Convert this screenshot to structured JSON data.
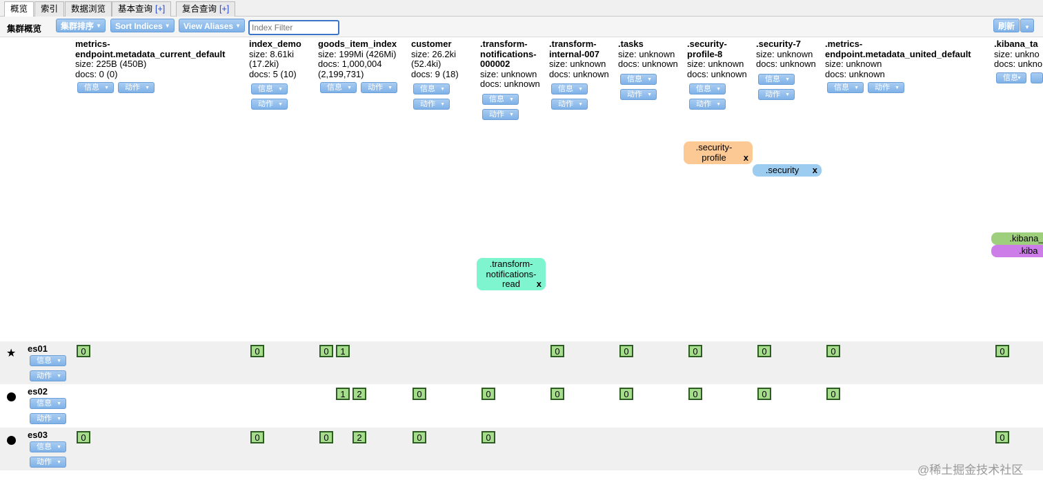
{
  "tabs": [
    {
      "label": "概览",
      "plus": ""
    },
    {
      "label": "索引",
      "plus": ""
    },
    {
      "label": "数据浏览",
      "plus": ""
    },
    {
      "label": "基本查询",
      "plus": "[+]"
    },
    {
      "label": "复合查询",
      "plus": "[+]"
    }
  ],
  "toolbar": {
    "title": "集群概览",
    "sort_cluster": "集群排序",
    "sort_indices": "Sort Indices",
    "view_aliases": "View Aliases",
    "filter_placeholder": "Index Filter",
    "refresh": "刷新"
  },
  "buttons": {
    "info": "信息",
    "action": "动作"
  },
  "indices": [
    {
      "name": "metrics-endpoint.metadata_current_default",
      "size": "size: 225B (450B)",
      "docs": "docs: 0 (0)"
    },
    {
      "name": "index_demo",
      "size": "size: 8.61ki (17.2ki)",
      "docs": "docs: 5 (10)"
    },
    {
      "name": "goods_item_index",
      "size": "size: 199Mi (426Mi)",
      "docs": "docs: 1,000,004 (2,199,731)"
    },
    {
      "name": "customer",
      "size": "size: 26.2ki (52.4ki)",
      "docs": "docs: 9 (18)"
    },
    {
      "name": ".transform-notifications-000002",
      "size": "size: unknown",
      "docs": "docs: unknown"
    },
    {
      "name": ".transform-internal-007",
      "size": "size: unknown",
      "docs": "docs: unknown"
    },
    {
      "name": ".tasks",
      "size": "size: unknown",
      "docs": "docs: unknown"
    },
    {
      "name": ".security-profile-8",
      "size": "size: unknown",
      "docs": "docs: unknown"
    },
    {
      "name": ".security-7",
      "size": "size: unknown",
      "docs": "docs: unknown"
    },
    {
      "name": ".metrics-endpoint.metadata_united_default",
      "size": "size: unknown",
      "docs": "docs: unknown"
    },
    {
      "name": ".kibana_ta",
      "size": "size: unkno",
      "docs": "docs: unkno"
    }
  ],
  "aliases": [
    {
      "name": ".security-profile",
      "close": "x",
      "color": "#fcc995"
    },
    {
      "name": ".security",
      "close": "x",
      "color": "#9ccdf0"
    },
    {
      "name": ".transform-notifications-read",
      "close": "x",
      "color": "#7ff5cf"
    },
    {
      "name": ".kibana_",
      "close": "",
      "color": "#9ecf7c"
    },
    {
      "name": ".kiba",
      "close": "",
      "color": "#cc7de8"
    }
  ],
  "nodes": [
    {
      "name": "es01",
      "icon": "★",
      "master": true,
      "shards": [
        {
          "col": 0,
          "label": "0"
        },
        {
          "col": 1,
          "label": "0"
        },
        {
          "col": 2,
          "label": "0"
        },
        {
          "col": 2,
          "label": "1",
          "slot": 1
        },
        {
          "col": 5,
          "label": "0"
        },
        {
          "col": 6,
          "label": "0"
        },
        {
          "col": 7,
          "label": "0"
        },
        {
          "col": 8,
          "label": "0"
        },
        {
          "col": 9,
          "label": "0"
        },
        {
          "col": 10,
          "label": "0"
        }
      ]
    },
    {
      "name": "es02",
      "icon": "●",
      "master": false,
      "shards": [
        {
          "col": 2,
          "label": "1",
          "slot": 1
        },
        {
          "col": 2,
          "label": "2",
          "slot": 2
        },
        {
          "col": 3,
          "label": "0"
        },
        {
          "col": 4,
          "label": "0"
        },
        {
          "col": 5,
          "label": "0"
        },
        {
          "col": 6,
          "label": "0"
        },
        {
          "col": 7,
          "label": "0"
        },
        {
          "col": 8,
          "label": "0"
        },
        {
          "col": 9,
          "label": "0"
        }
      ]
    },
    {
      "name": "es03",
      "icon": "●",
      "master": false,
      "shards": [
        {
          "col": 0,
          "label": "0"
        },
        {
          "col": 1,
          "label": "0"
        },
        {
          "col": 2,
          "label": "0"
        },
        {
          "col": 2,
          "label": "2",
          "slot": 2
        },
        {
          "col": 3,
          "label": "0"
        },
        {
          "col": 4,
          "label": "0"
        },
        {
          "col": 10,
          "label": "0"
        }
      ]
    }
  ],
  "watermark": "@稀土掘金技术社区"
}
